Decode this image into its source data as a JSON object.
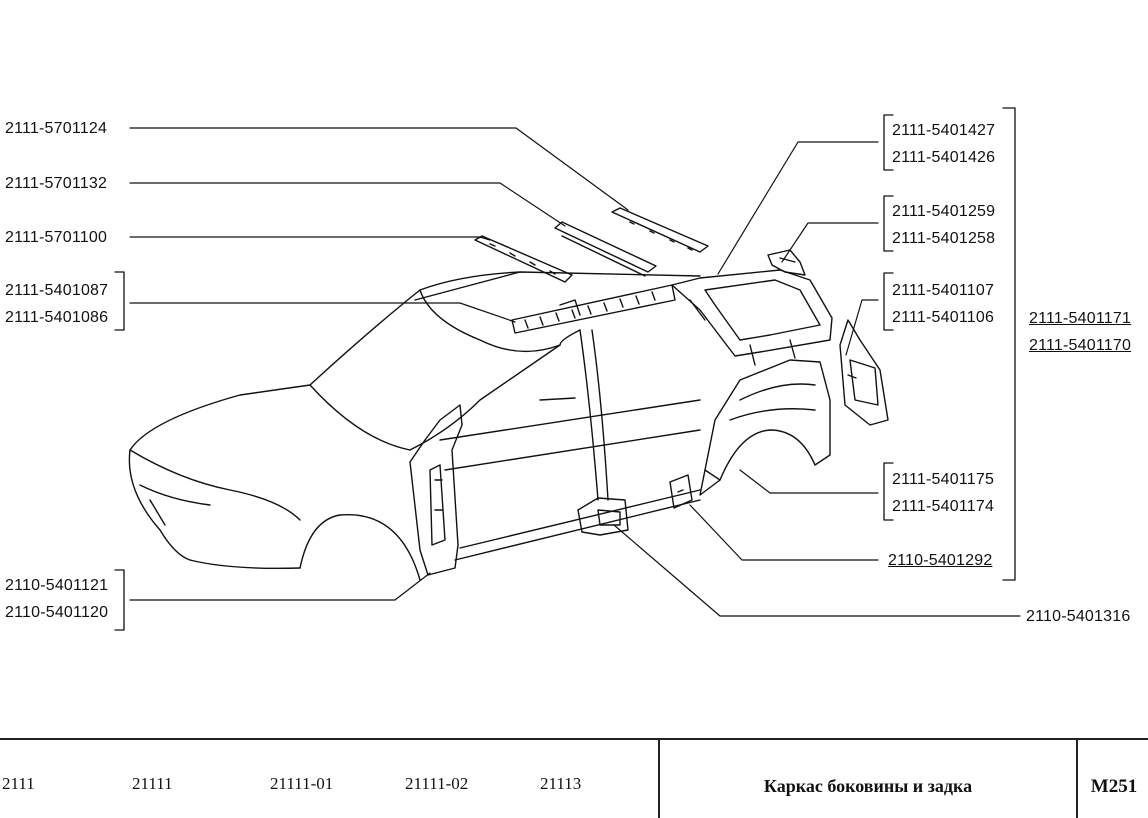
{
  "labels": {
    "p5701124": "2111-5701124",
    "p5701132": "2111-5701132",
    "p5701100": "2111-5701100",
    "p5401087": "2111-5401087",
    "p5401086": "2111-5401086",
    "p5401121": "2110-5401121",
    "p5401120": "2110-5401120",
    "p5401427": "2111-5401427",
    "p5401426": "2111-5401426",
    "p5401259": "2111-5401259",
    "p5401258": "2111-5401258",
    "p5401107": "2111-5401107",
    "p5401106": "2111-5401106",
    "p5401175": "2111-5401175",
    "p5401174": "2111-5401174",
    "p5401292": "2110-5401292",
    "p5401316": "2110-5401316",
    "p5401171": "2111-5401171",
    "p5401170": "2111-5401170"
  },
  "footer": {
    "models": [
      "2111",
      "21111",
      "21111-01",
      "21111-02",
      "21113"
    ],
    "title": "Каркас боковины и задка",
    "sheet": "M251"
  }
}
